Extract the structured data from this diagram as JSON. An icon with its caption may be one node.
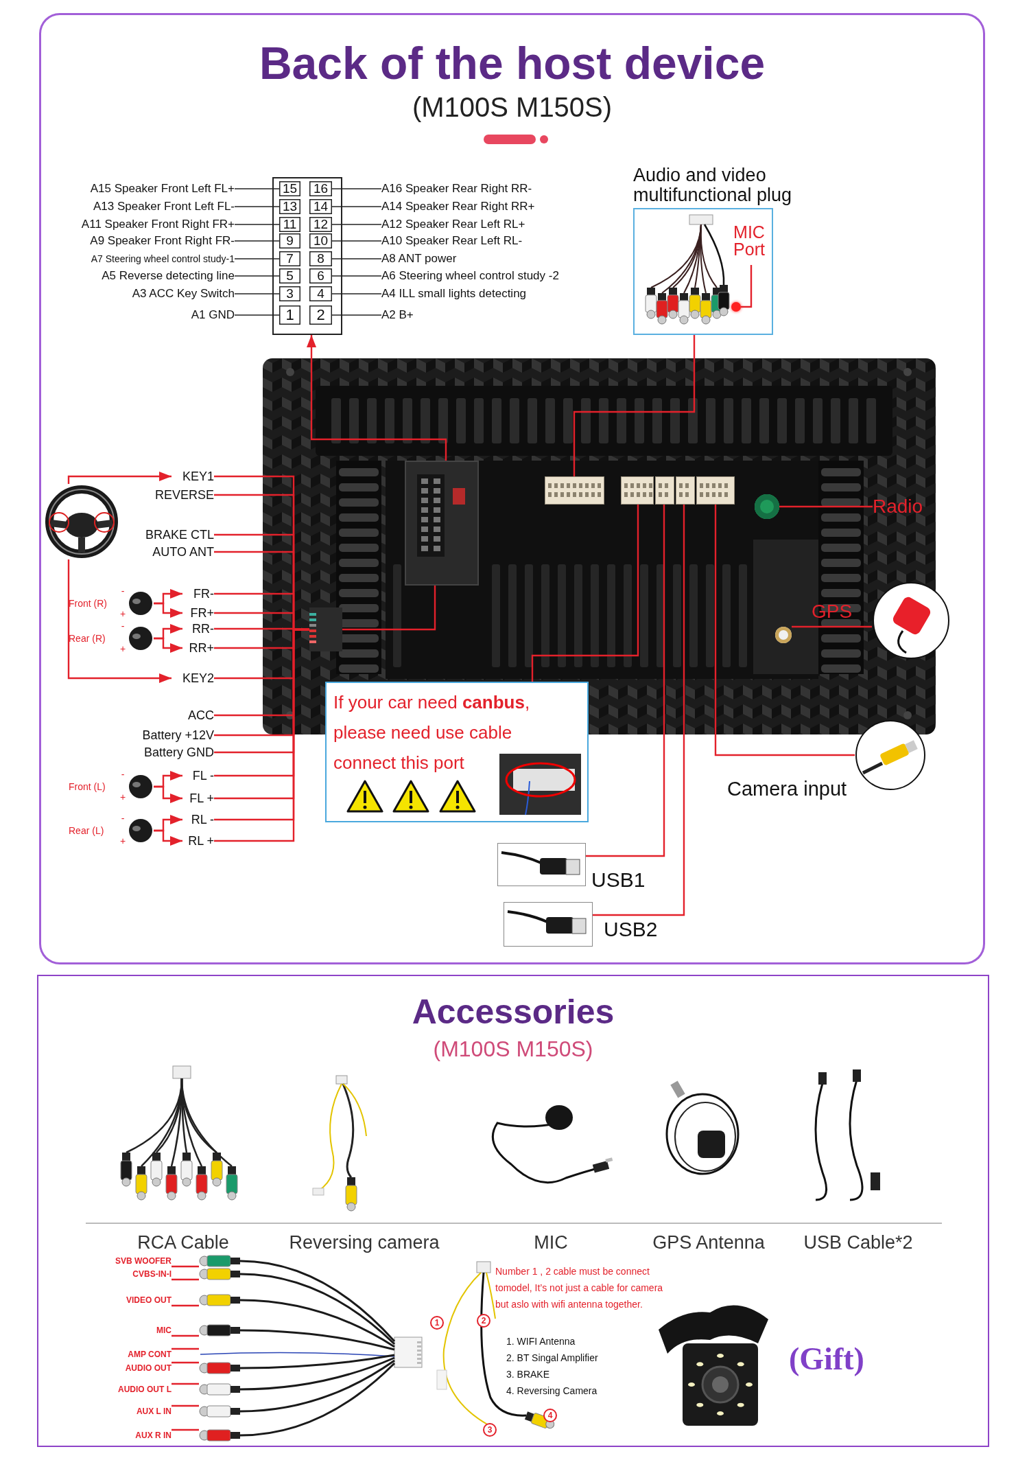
{
  "diagram": {
    "nodes": [
      {
        "text": [
          "Back of the host device",
          "(M100S M150S)"
        ]
      },
      {
        "text": [],
        "shape": "box",
        "in": 0
      },
      {
        "text": [
          "15"
        ],
        "in": 1
      },
      {
        "text": [
          "16"
        ],
        "in": 1
      },
      {
        "text": [
          "13"
        ],
        "in": 1
      },
      {
        "text": [
          "14"
        ],
        "in": 1
      },
      {
        "text": [
          "11"
        ],
        "in": 1
      },
      {
        "text": [
          "12"
        ],
        "in": 1
      },
      {
        "text": [
          "9"
        ],
        "in": 1
      },
      {
        "text": [
          "10"
        ],
        "in": 1
      },
      {
        "text": [
          "7"
        ],
        "in": 1
      },
      {
        "text": [
          "8"
        ],
        "in": 1
      },
      {
        "text": [
          "5"
        ],
        "in": 1
      },
      {
        "text": [
          "6"
        ],
        "in": 1
      },
      {
        "text": [
          "3"
        ],
        "in": 1
      },
      {
        "text": [
          "4"
        ],
        "in": 1
      },
      {
        "text": [
          "1"
        ],
        "in": 1
      },
      {
        "text": [
          "2"
        ],
        "in": 1
      },
      {
        "text": [
          "A15 Speaker Front Left FL+"
        ],
        "in": 0
      },
      {
        "text": [
          "A16 Speaker Rear Right RR-"
        ],
        "in": 0
      },
      {
        "text": [
          "A13 Speaker Front Left FL-"
        ],
        "in": 0
      },
      {
        "text": [
          "A14 Speaker Rear Right RR+"
        ],
        "in": 0
      },
      {
        "text": [
          "A11 Speaker Front Right FR+"
        ],
        "in": 0
      },
      {
        "text": [
          "A12 Speaker Rear Left RL+"
        ],
        "in": 0
      },
      {
        "text": [
          "A9 Speaker Front Right FR-"
        ],
        "in": 0
      },
      {
        "text": [
          "A10 Speaker Rear Left RL-"
        ],
        "in": 0
      },
      {
        "text": [
          "A7 Steering wheel control study-1"
        ],
        "in": 0
      },
      {
        "text": [
          "A8 ANT power"
        ],
        "in": 0
      },
      {
        "text": [
          "A5 Reverse detecting line"
        ],
        "in": 0
      },
      {
        "text": [
          "A6 Steering wheel control study -2"
        ],
        "in": 0
      },
      {
        "text": [
          "A3 ACC Key Switch"
        ],
        "in": 0
      },
      {
        "text": [
          "A4 ILL small lights detecting"
        ],
        "in": 0
      },
      {
        "text": [
          "A1 GND"
        ],
        "in": 0
      },
      {
        "text": [
          "A2 B+"
        ],
        "in": 0
      },
      {
        "text": [
          "Audio and video multifunctional plug"
        ],
        "in": 0
      },
      {
        "text": [
          "MIC Port"
        ],
        "in": 34
      },
      {
        "text": [],
        "shape": "circle",
        "in": 34
      },
      {
        "text": [],
        "shape": "picture",
        "in": 0
      },
      {
        "text": [],
        "shape": "box",
        "in": 37
      },
      {
        "text": [],
        "shape": "box",
        "in": 37
      },
      {
        "text": [],
        "shape": "box",
        "in": 37
      },
      {
        "text": [],
        "shape": "box",
        "in": 37
      },
      {
        "text": [],
        "shape": "box",
        "in": 37
      },
      {
        "text": [],
        "shape": "box",
        "in": 37
      },
      {
        "text": [],
        "shape": "circle",
        "in": 37
      },
      {
        "text": [],
        "shape": "circle",
        "in": 37
      },
      {
        "text": [],
        "shape": "box",
        "in": 37
      },
      {
        "text": [],
        "shape": "picture",
        "in": 0
      },
      {
        "text": [
          "KEY1"
        ],
        "in": 0
      },
      {
        "text": [
          "REVERSE"
        ],
        "in": 0
      },
      {
        "text": [
          "BRAKE CTL"
        ],
        "in": 0
      },
      {
        "text": [
          "AUTO ANT"
        ],
        "in": 0
      },
      {
        "text": [
          "FR-"
        ],
        "in": 0
      },
      {
        "text": [
          "FR+"
        ],
        "in": 0
      },
      {
        "text": [
          "RR-"
        ],
        "in": 0
      },
      {
        "text": [
          "RR+"
        ],
        "in": 0
      },
      {
        "text": [
          "KEY2"
        ],
        "in": 0
      },
      {
        "text": [
          "ACC"
        ],
        "in": 0
      },
      {
        "text": [
          "Battery +12V"
        ],
        "in": 0
      },
      {
        "text": [
          "Battery GND"
        ],
        "in": 0
      },
      {
        "text": [
          "FL -"
        ],
        "in": 0
      },
      {
        "text": [
          "FL +"
        ],
        "in": 0
      },
      {
        "text": [
          "RL -"
        ],
        "in": 0
      },
      {
        "text": [
          "RL +"
        ],
        "in": 0
      },
      {
        "text": [],
        "shape": "picture",
        "beside": [
          "Front (R)",
          "-",
          "+"
        ],
        "in": 0
      },
      {
        "text": [],
        "shape": "picture",
        "beside": [
          "Rear (R)",
          "-",
          "+"
        ],
        "in": 0
      },
      {
        "text": [],
        "shape": "picture",
        "beside": [
          "Front (L)",
          "-",
          "+"
        ],
        "in": 0
      },
      {
        "text": [],
        "shape": "picture",
        "beside": [
          "Rear (L)",
          "-",
          "+"
        ],
        "in": 0
      },
      {
        "text": [
          "If your car need **canbus**, please need use cable connect this port"
        ],
        "in": 0
      },
      {
        "text": [],
        "shape": "picture",
        "beside": [
          "USB1"
        ],
        "in": 0
      },
      {
        "text": [],
        "shape": "picture",
        "beside": [
          "USB2"
        ],
        "in": 0
      },
      {
        "text": [],
        "shape": "picture",
        "beside": [
          "Camera input"
        ],
        "in": 0
      },
      {
        "text": [
          "Radio"
        ],
        "in": 37
      },
      {
        "text": [],
        "shape": "picture",
        "in": 0
      },
      {
        "text": [
          "Accessories",
          "(M100S M150S)"
        ]
      },
      {
        "text": [
          "SVB WOOFER"
        ],
        "in": 74
      },
      {
        "text": [
          "CVBS-IN-I"
        ],
        "in": 74
      },
      {
        "text": [
          "VIDEO OUT"
        ],
        "in": 74
      },
      {
        "text": [
          "MIC"
        ],
        "in": 74
      },
      {
        "text": [
          "AMP CONT"
        ],
        "in": 74
      },
      {
        "text": [
          "AUDIO OUT"
        ],
        "in": 74
      },
      {
        "text": [
          "AUDIO OUT L"
        ],
        "in": 74
      },
      {
        "text": [
          "AUX L IN"
        ],
        "in": 74
      },
      {
        "text": [
          "AUX R IN"
        ],
        "in": 74
      },
      {
        "text": [],
        "shape": "picture",
        "in": 74
      }
    ],
    "edges": [
      {
        "from": 18,
        "to": 2,
        "arrow": "none",
        "color": "#222222"
      },
      {
        "from": 19,
        "to": 3,
        "arrow": "none",
        "color": "#222222"
      },
      {
        "from": 20,
        "to": 4,
        "arrow": "none",
        "color": "#222222"
      },
      {
        "from": 21,
        "to": 5,
        "arrow": "none",
        "color": "#222222"
      },
      {
        "from": 22,
        "to": 6,
        "arrow": "none",
        "color": "#222222"
      },
      {
        "from": 23,
        "to": 7,
        "arrow": "none",
        "color": "#222222"
      },
      {
        "from": 24,
        "to": 8,
        "arrow": "none",
        "color": "#222222"
      },
      {
        "from": 25,
        "to": 9,
        "arrow": "none",
        "color": "#222222"
      },
      {
        "from": 26,
        "to": 10,
        "arrow": "none",
        "color": "#222222"
      },
      {
        "from": 27,
        "to": 11,
        "arrow": "none",
        "color": "#222222"
      },
      {
        "from": 28,
        "to": 12,
        "arrow": "none",
        "color": "#222222"
      },
      {
        "from": 29,
        "to": 13,
        "arrow": "none",
        "color": "#222222"
      },
      {
        "from": 30,
        "to": 14,
        "arrow": "none",
        "color": "#222222"
      },
      {
        "from": 31,
        "to": 15,
        "arrow": "none",
        "color": "#222222"
      },
      {
        "from": 32,
        "to": 16,
        "arrow": "none",
        "color": "#222222"
      },
      {
        "from": 33,
        "to": 17,
        "arrow": "none",
        "color": "#222222"
      },
      {
        "from": 38,
        "to": 1,
        "arrow": "to"
      },
      {
        "from": 38,
        "to": 46,
        "arrow": "none"
      },
      {
        "from": 39,
        "to": 34,
        "arrow": "none"
      },
      {
        "from": 35,
        "to": 36,
        "arrow": "none"
      },
      {
        "from": 40,
        "to": 68,
        "arrow": "none"
      },
      {
        "from": 41,
        "to": 69,
        "arrow": "none"
      },
      {
        "from": 42,
        "to": 70,
        "arrow": "none"
      },
      {
        "from": 43,
        "to": 71,
        "arrow": "none"
      },
      {
        "from": 44,
        "to": 72,
        "arrow": "none"
      },
      {
        "from": 45,
        "to": 73,
        "arrow": "none",
        "label": "GPS"
      },
      {
        "from": 47,
        "to": 48,
        "arrow": "to"
      },
      {
        "from": 47,
        "to": 56,
        "arrow": "to"
      },
      {
        "from": 64,
        "to": 52,
        "arrow": "to"
      },
      {
        "from": 64,
        "to": 53,
        "arrow": "to"
      },
      {
        "from": 65,
        "to": 54,
        "arrow": "to"
      },
      {
        "from": 65,
        "to": 55,
        "arrow": "to"
      },
      {
        "from": 66,
        "to": 60,
        "arrow": "to"
      },
      {
        "from": 66,
        "to": 61,
        "arrow": "to"
      },
      {
        "from": 67,
        "to": 62,
        "arrow": "to"
      },
      {
        "from": 67,
        "to": 63,
        "arrow": "to"
      },
      {
        "from": 48,
        "to": 46,
        "arrow": "none"
      },
      {
        "from": 49,
        "to": 46,
        "arrow": "none"
      },
      {
        "from": 50,
        "to": 46,
        "arrow": "none"
      },
      {
        "from": 51,
        "to": 46,
        "arrow": "none"
      },
      {
        "from": 52,
        "to": 46,
        "arrow": "none"
      },
      {
        "from": 53,
        "to": 46,
        "arrow": "none"
      },
      {
        "from": 54,
        "to": 46,
        "arrow": "none"
      },
      {
        "from": 55,
        "to": 46,
        "arrow": "none"
      },
      {
        "from": 56,
        "to": 46,
        "arrow": "none"
      },
      {
        "from": 57,
        "to": 46,
        "arrow": "none"
      },
      {
        "from": 58,
        "to": 46,
        "arrow": "none"
      },
      {
        "from": 59,
        "to": 46,
        "arrow": "none"
      },
      {
        "from": 60,
        "to": 46,
        "arrow": "none"
      },
      {
        "from": 61,
        "to": 46,
        "arrow": "none"
      },
      {
        "from": 62,
        "to": 46,
        "arrow": "none"
      },
      {
        "from": 63,
        "to": 46,
        "arrow": "none"
      },
      {
        "from": 75,
        "to": 84,
        "arrow": "none"
      },
      {
        "from": 76,
        "to": 84,
        "arrow": "none"
      },
      {
        "from": 77,
        "to": 84,
        "arrow": "none"
      },
      {
        "from": 78,
        "to": 84,
        "arrow": "none"
      },
      {
        "from": 79,
        "to": 84,
        "arrow": "none"
      },
      {
        "from": 80,
        "to": 84,
        "arrow": "none"
      },
      {
        "from": 81,
        "to": 84,
        "arrow": "none"
      },
      {
        "from": 82,
        "to": 84,
        "arrow": "none"
      },
      {
        "from": 83,
        "to": 84,
        "arrow": "none"
      }
    ],
    "labels": [
      "RCA Cable",
      "Reversing camera",
      "MIC",
      "GPS Antenna",
      "USB Cable*2",
      "Number 1 , 2 cable must be connect tomodel, It’s not just a cable for camera but aslo with wifi antenna together.",
      "1. WIFI Antenna",
      "2. BT Singal Amplifier",
      "3. BRAKE",
      "4. Reversing Camera",
      "1",
      "2",
      "3",
      "4",
      "(Gift)"
    ]
  }
}
